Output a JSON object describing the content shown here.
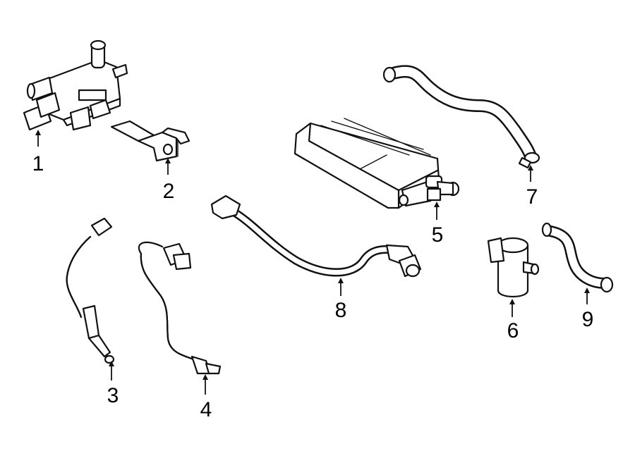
{
  "diagram": {
    "parts": [
      {
        "id": "1",
        "label": "1",
        "icon": "purge-valve-icon"
      },
      {
        "id": "2",
        "label": "2",
        "icon": "bracket-icon"
      },
      {
        "id": "3",
        "label": "3",
        "icon": "oxygen-sensor-icon"
      },
      {
        "id": "4",
        "label": "4",
        "icon": "oxygen-sensor-icon"
      },
      {
        "id": "5",
        "label": "5",
        "icon": "vapor-canister-icon"
      },
      {
        "id": "6",
        "label": "6",
        "icon": "canister-filter-icon"
      },
      {
        "id": "7",
        "label": "7",
        "icon": "vent-hose-icon"
      },
      {
        "id": "8",
        "label": "8",
        "icon": "vapor-hose-icon"
      },
      {
        "id": "9",
        "label": "9",
        "icon": "hose-icon"
      }
    ]
  }
}
